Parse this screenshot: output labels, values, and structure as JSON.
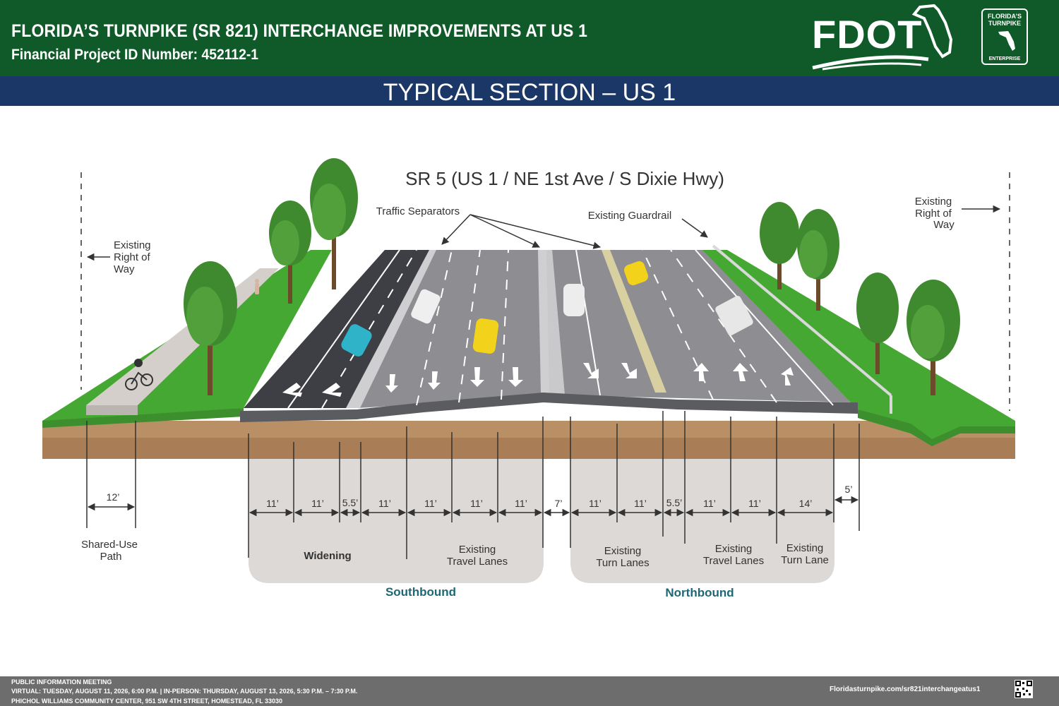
{
  "header": {
    "project_title": "FLORIDA’S TURNPIKE (SR 821) INTERCHANGE IMPROVEMENTS AT US 1",
    "project_id": "Financial Project ID Number: 452112-1",
    "fdot_logo_text": "FDOT",
    "turnpike_badge": [
      "FLORIDA’S",
      "TURNPIKE",
      "ENTERPRISE"
    ]
  },
  "section_title": "TYPICAL SECTION – US 1",
  "diagram": {
    "road_title": "SR 5 (US 1 / NE 1st Ave / S Dixie Hwy)",
    "callouts": {
      "traffic_separators": "Traffic Separators",
      "existing_guardrail": "Existing Guardrail",
      "row_left": [
        "Existing",
        "Right of",
        "Way"
      ],
      "row_right": [
        "Existing",
        "Right of",
        "Way"
      ]
    },
    "shared_use_path": {
      "width": "12’",
      "label": [
        "Shared-Use",
        "Path"
      ]
    },
    "southbound": {
      "label": "Southbound",
      "widths": [
        "11’",
        "11’",
        "5.5’",
        "11’",
        "11’",
        "11’",
        "11’"
      ],
      "groups": {
        "widening": "Widening",
        "existing_travel": [
          "Existing",
          "Travel Lanes"
        ]
      }
    },
    "median_width": "7’",
    "northbound": {
      "label": "Northbound",
      "widths": [
        "11’",
        "11’",
        "5.5’",
        "11’",
        "11’",
        "14’"
      ],
      "groups": {
        "existing_turn": [
          "Existing",
          "Turn Lanes"
        ],
        "existing_travel": [
          "Existing",
          "Travel Lanes"
        ],
        "existing_turn_lane": [
          "Existing",
          "Turn Lane"
        ]
      }
    },
    "shoulder_width": "5’",
    "colors": {
      "grass": "#45a832",
      "soil": "#b99066",
      "new_pavement": "#3e3f44",
      "existing_pavement": "#8e8e92",
      "label_panel": "#dcd9d7",
      "direction_label": "#1c6874"
    }
  },
  "footer": {
    "lines": [
      "PUBLIC INFORMATION MEETING",
      "VIRTUAL: TUESDAY, AUGUST 11, 2026, 6:00 P.M. | IN-PERSON: THURSDAY, AUGUST 13, 2026, 5:30 P.M. – 7:30 P.M.",
      "PHICHOL WILLIAMS COMMUNITY CENTER, 951 SW 4TH STREET, HOMESTEAD, FL 33030"
    ],
    "url": "Floridasturnpike.com/sr821interchangeatus1"
  }
}
